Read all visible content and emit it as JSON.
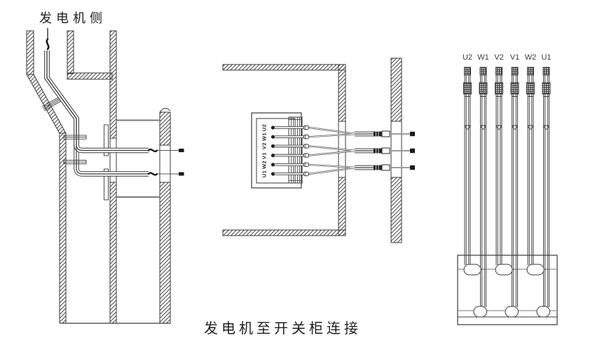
{
  "labels": {
    "generator_side": "发电机侧",
    "caption": "发电机至开关柜连接"
  },
  "middle_figure": {
    "terminal_labels": [
      "U2",
      "W1",
      "V2",
      "V1",
      "W2",
      "U1"
    ]
  },
  "right_figure": {
    "cable_labels": [
      "U2",
      "W1",
      "V2",
      "V1",
      "W2",
      "U1"
    ]
  },
  "colors": {
    "line": "#3a3a3a",
    "secondary_line": "#7a7a7a",
    "background": "#ffffff"
  }
}
